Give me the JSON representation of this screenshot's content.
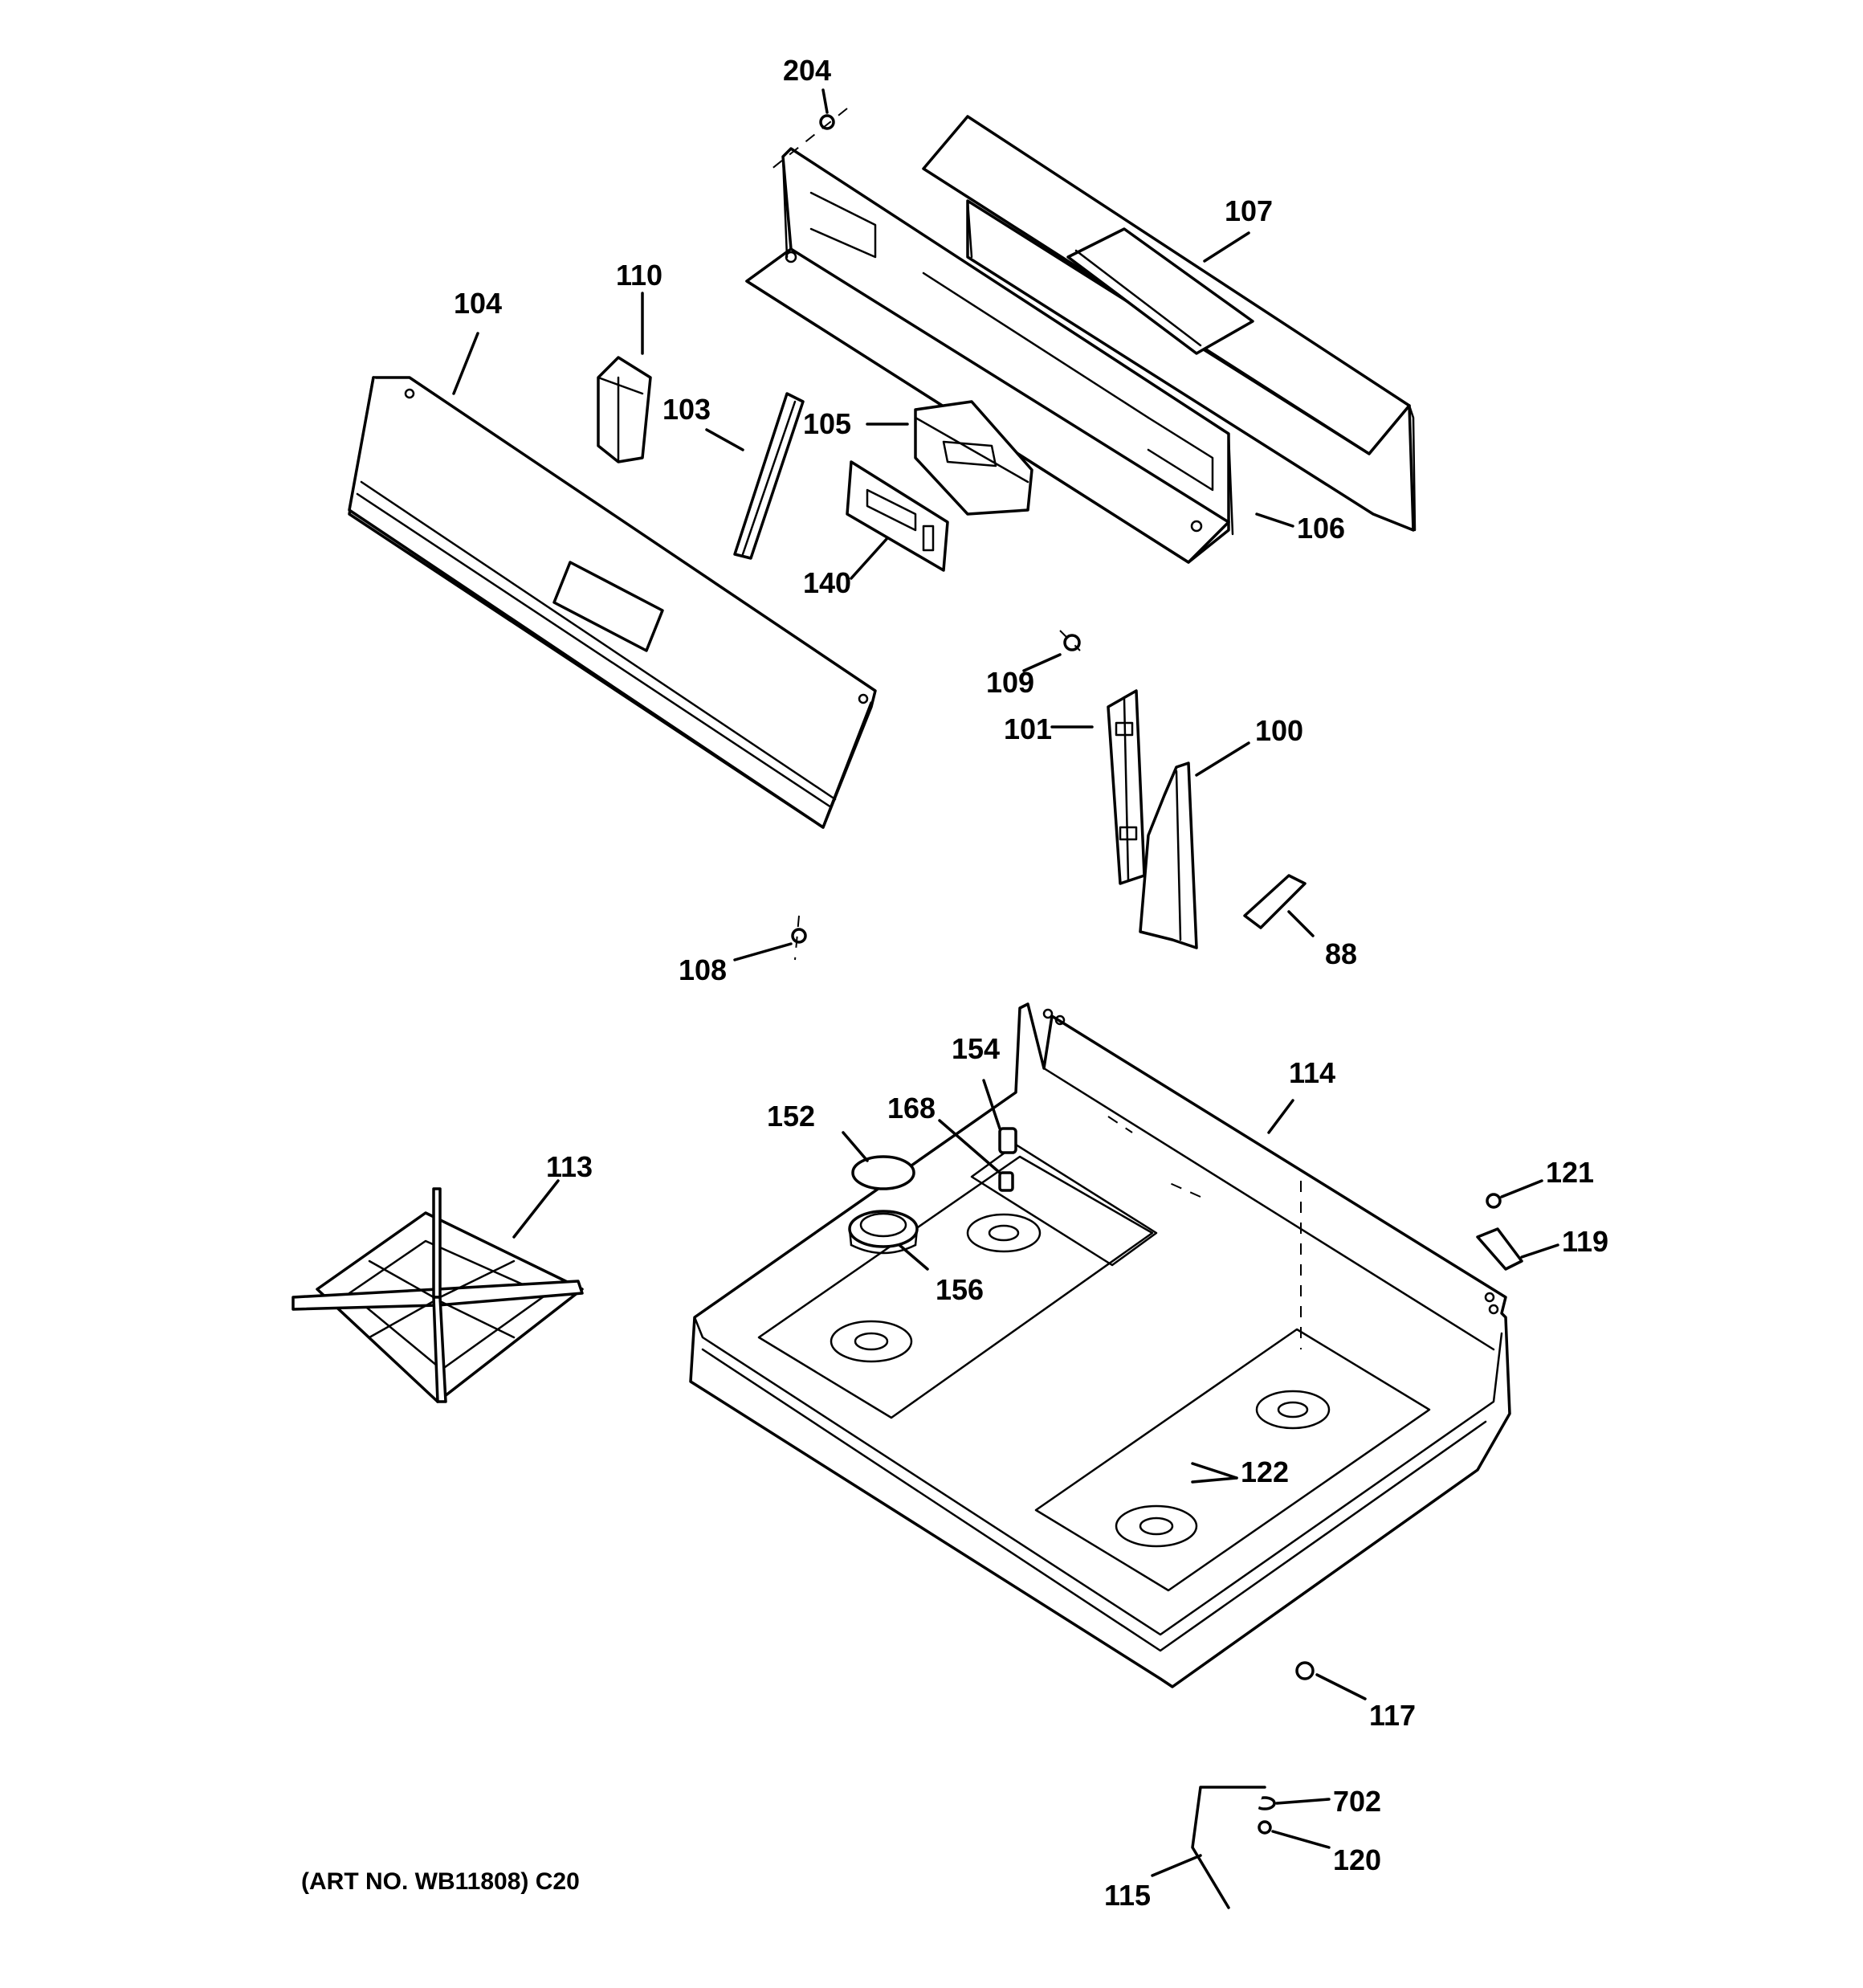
{
  "labels": {
    "l204": "204",
    "l107": "107",
    "l110": "110",
    "l104": "104",
    "l103": "103",
    "l105": "105",
    "l106": "106",
    "l140": "140",
    "l109": "109",
    "l101": "101",
    "l100": "100",
    "l88": "88",
    "l108": "108",
    "l154": "154",
    "l114": "114",
    "l152": "152",
    "l168": "168",
    "l113": "113",
    "l121": "121",
    "l119": "119",
    "l156": "156",
    "l122": "122",
    "l117": "117",
    "l702": "702",
    "l120": "120",
    "l115": "115"
  },
  "art_number": "(ART NO. WB11808) C20"
}
